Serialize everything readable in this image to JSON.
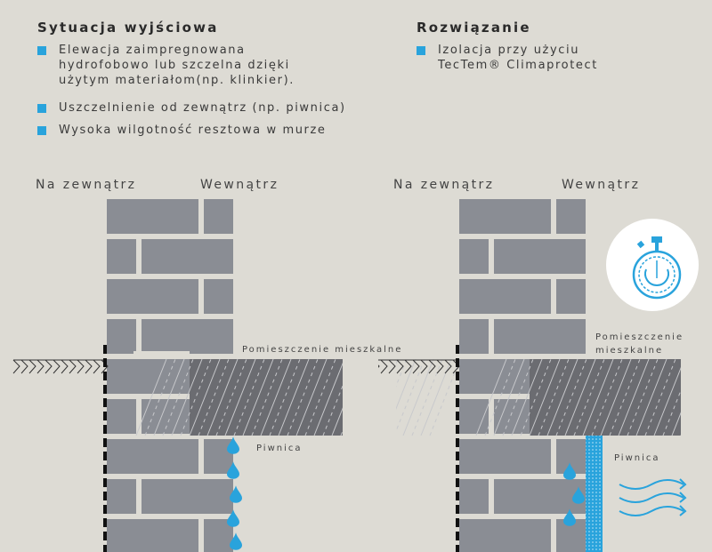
{
  "left": {
    "title": "Sytuacja wyjściowa",
    "bullets": [
      "Elewacja zaimpregnowana hydrofobowo lub szczelna dzięki użytym materiałom(np. klinkier).",
      "Uszczelnienie od zewnątrz (np. piwnica)",
      "Wysoka wilgotność resztowa w murze"
    ],
    "outside": "Na zewnątrz",
    "inside": "Wewnątrz",
    "room": "Pomieszczenie mieszkalne",
    "basement": "Piwnica"
  },
  "right": {
    "title": "Rozwiązanie",
    "bullets": [
      "Izolacja przy użyciu TecTem® Climaprotect"
    ],
    "outside": "Na zewnątrz",
    "inside": "Wewnątrz",
    "room_line1": "Pomieszczenie",
    "room_line2": "mieszkalne",
    "basement": "Piwnica"
  },
  "colors": {
    "accent": "#29a3dc",
    "brick": "#8a8d94",
    "slab": "#6b6c71",
    "background": "#dddbd4"
  },
  "icons": [
    "stopwatch-icon",
    "water-drop-icon",
    "airflow-icon",
    "ground-hatch-icon"
  ]
}
